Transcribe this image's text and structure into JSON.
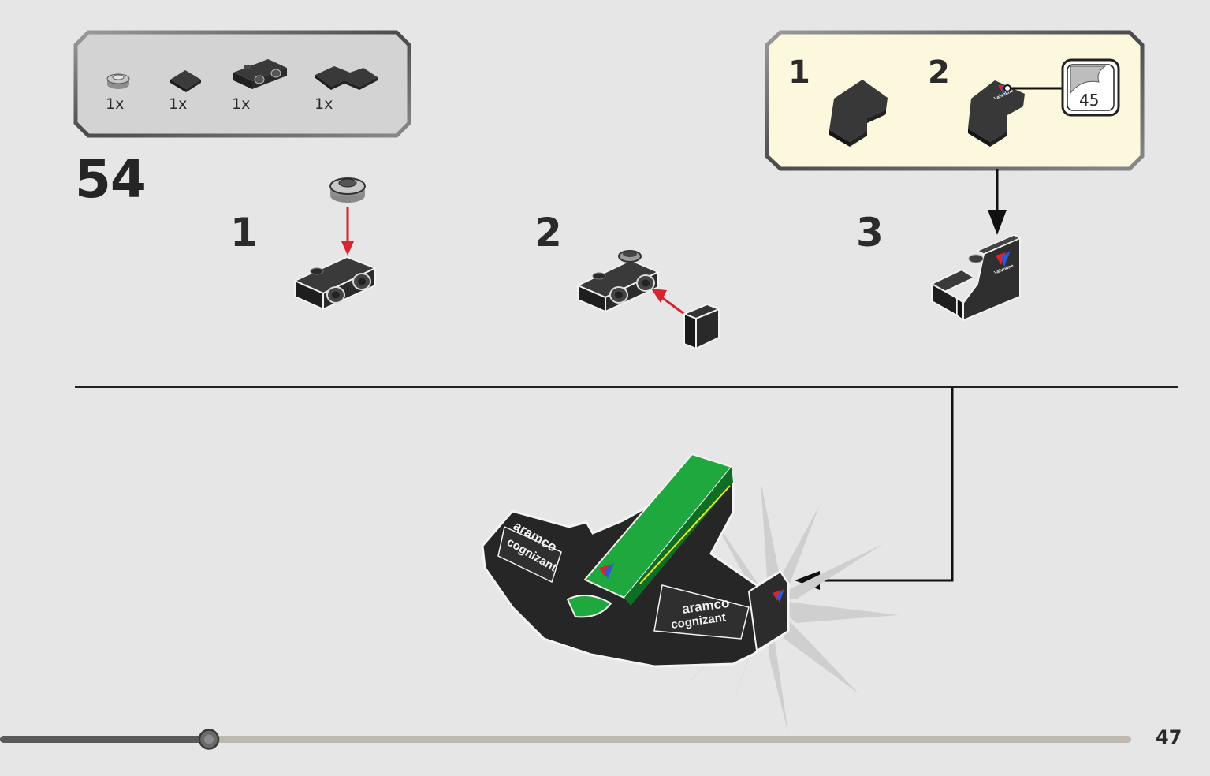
{
  "page": {
    "number": "47",
    "progress": 0.185
  },
  "parts_list": {
    "items": [
      {
        "name": "round-plate-1x1-gray",
        "qty": "1x"
      },
      {
        "name": "tile-1x1-black",
        "qty": "1x"
      },
      {
        "name": "bracket-plate-black",
        "qty": "1x"
      },
      {
        "name": "corner-tile-black",
        "qty": "1x"
      }
    ]
  },
  "step": {
    "number": "54",
    "substeps": [
      "1",
      "2",
      "3"
    ]
  },
  "sticker_callout": {
    "substeps": [
      "1",
      "2"
    ],
    "sticker_number": "45"
  },
  "model": {
    "brand_texts": [
      "aramco",
      "cognizant"
    ]
  },
  "colors": {
    "background": "#e6e6e6",
    "part_black": "#2c2c2c",
    "green": "#1fa83e",
    "callout_bg": "#fbf8dd",
    "arrow_red": "#d9232d"
  }
}
